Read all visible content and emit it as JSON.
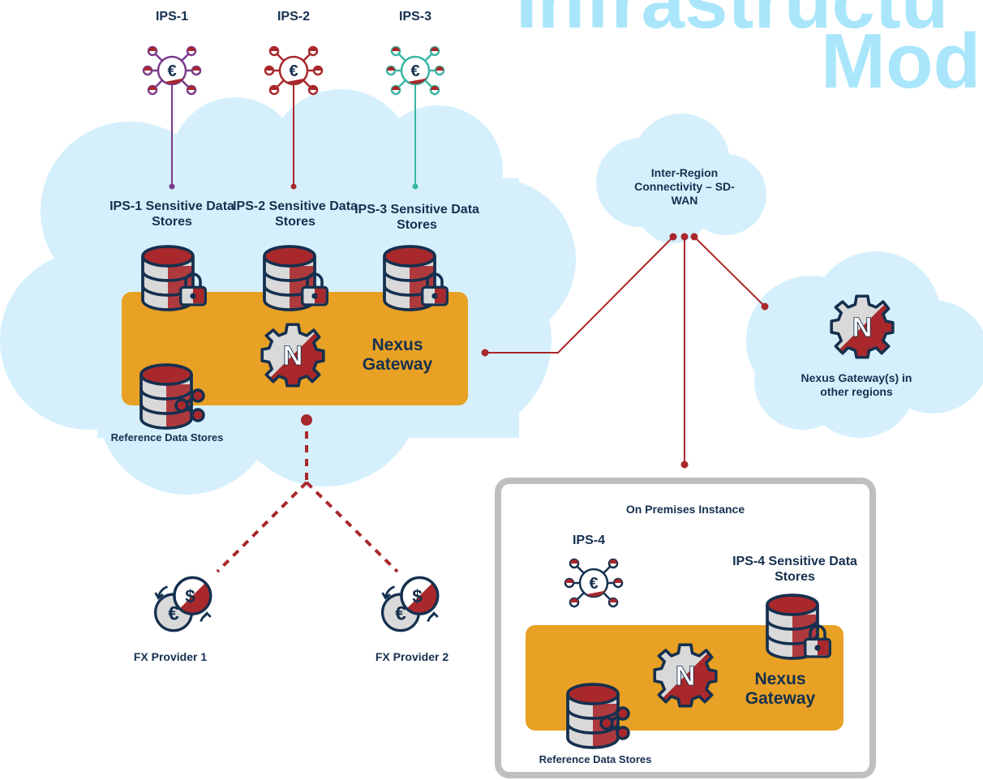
{
  "watermark": {
    "line1": "Infrastructu",
    "line2": "Mod"
  },
  "ips_nodes": [
    {
      "label": "IPS-1",
      "color": "#7a3b8c"
    },
    {
      "label": "IPS-2",
      "color": "#a8282c"
    },
    {
      "label": "IPS-3",
      "color": "#3bb6a3"
    },
    {
      "label": "IPS-4",
      "color": "#15304f"
    }
  ],
  "stores": {
    "ips1": "IPS-1 Sensitive Data Stores",
    "ips2": "IPS-2 Sensitive Data Stores",
    "ips3": "IPS-3 Sensitive Data Stores",
    "ips4": "IPS-4 Sensitive Data Stores",
    "reference_main": "Reference Data Stores",
    "reference_onprem": "Reference Data Stores"
  },
  "gateways": {
    "main": "Nexus Gateway",
    "onprem": "Nexus Gateway",
    "other_regions": "Nexus Gateway(s) in other regions"
  },
  "connectivity": {
    "label": "Inter-Region Connectivity – SD-WAN"
  },
  "onprem": {
    "title": "On Premises Instance"
  },
  "fx": {
    "provider1": "FX Provider 1",
    "provider2": "FX Provider 2"
  },
  "colors": {
    "cloud": "#d5f0fc",
    "gateway": "#e8a124",
    "accent": "#a8282c",
    "navy": "#15304f",
    "grey": "#d9d9d9",
    "onprem_border": "#bfbfbf"
  }
}
